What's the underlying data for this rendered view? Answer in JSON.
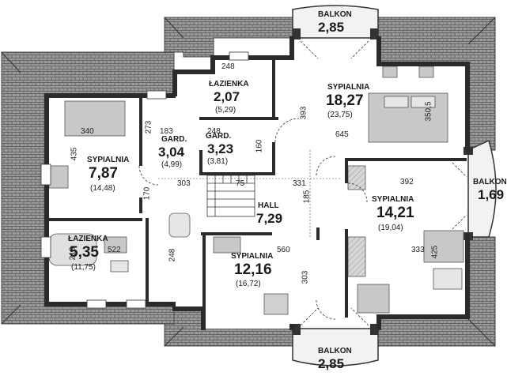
{
  "rooms": {
    "bedroom_large": {
      "name": "SYPIALNIA",
      "area": "18,27",
      "area_total": "(23,75)"
    },
    "bathroom_top": {
      "name": "ŁAZIENKA",
      "area": "2,07",
      "area_total": "(5,29)"
    },
    "bedroom_left": {
      "name": "SYPIALNIA",
      "area": "7,87",
      "area_total": "(14,48)"
    },
    "wardrobe_1": {
      "name": "GARD.",
      "area": "3,04",
      "area_total": "(4,99)"
    },
    "wardrobe_2": {
      "name": "GARD.",
      "area": "3,23",
      "area_total": "(3,81)"
    },
    "hall": {
      "name": "HALL",
      "area": "7,29"
    },
    "bedroom_right": {
      "name": "SYPIALNIA",
      "area": "14,21",
      "area_total": "(19,04)"
    },
    "bathroom_left": {
      "name": "ŁAZIENKA",
      "area": "5,35",
      "area_total": "(11,75)"
    },
    "bedroom_bottom": {
      "name": "SYPIALNIA",
      "area": "12,16",
      "area_total": "(16,72)"
    }
  },
  "balconies": {
    "top": {
      "name": "BALKON",
      "area": "2,85"
    },
    "right": {
      "name": "BALKON",
      "area": "1,69"
    },
    "bottom": {
      "name": "BALKON",
      "area": "2,85"
    }
  },
  "dimensions": {
    "d248_top": "248",
    "d393": "393",
    "d3505": "350,5",
    "d645": "645",
    "d340": "340",
    "d273": "273",
    "d183": "183",
    "d248_mid": "248",
    "d160": "160",
    "d435": "435",
    "d303_left": "303",
    "d75": "75",
    "d331": "331",
    "d185": "185",
    "d392": "392",
    "d170": "170",
    "d218": "218",
    "d522": "522",
    "d248_low": "248",
    "d560": "560",
    "d303_bot": "303",
    "d333": "333",
    "d425": "425"
  },
  "colors": {
    "roof": "#8c8c8c",
    "roof_tile": "#5a5a5a",
    "wall": "#2b2b2b",
    "floor": "#ffffff",
    "furniture": "#bdbdbd"
  }
}
